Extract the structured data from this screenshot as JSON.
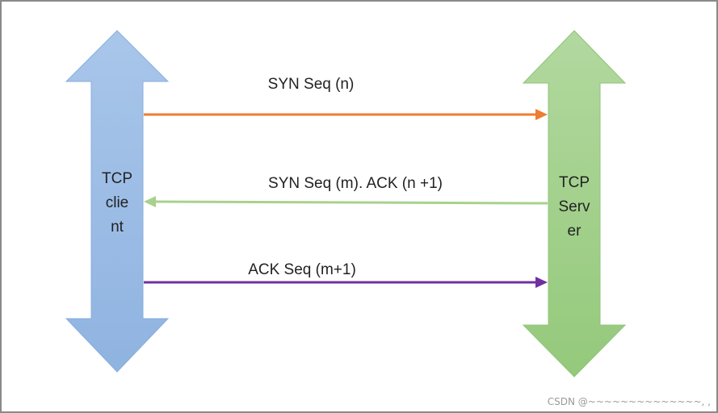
{
  "client": {
    "lines": [
      "TCP",
      "clie",
      "nt"
    ],
    "color_fill": "#9dbde6",
    "color_stroke": "#8aaedc"
  },
  "server": {
    "lines": [
      "TCP",
      "Serv",
      "er"
    ],
    "color_fill": "#a4d18e",
    "color_stroke": "#8fc478"
  },
  "messages": [
    {
      "label": "SYN Seq (n)",
      "direction": "client-to-server",
      "color": "#ed7d31"
    },
    {
      "label": "SYN Seq (m). ACK (n +1)",
      "direction": "server-to-client",
      "color": "#a9d18e"
    },
    {
      "label": "ACK Seq (m+1)",
      "direction": "client-to-server",
      "color": "#7030a0"
    }
  ],
  "watermark": "CSDN @~~~~~~~~~~~~~~, ,"
}
